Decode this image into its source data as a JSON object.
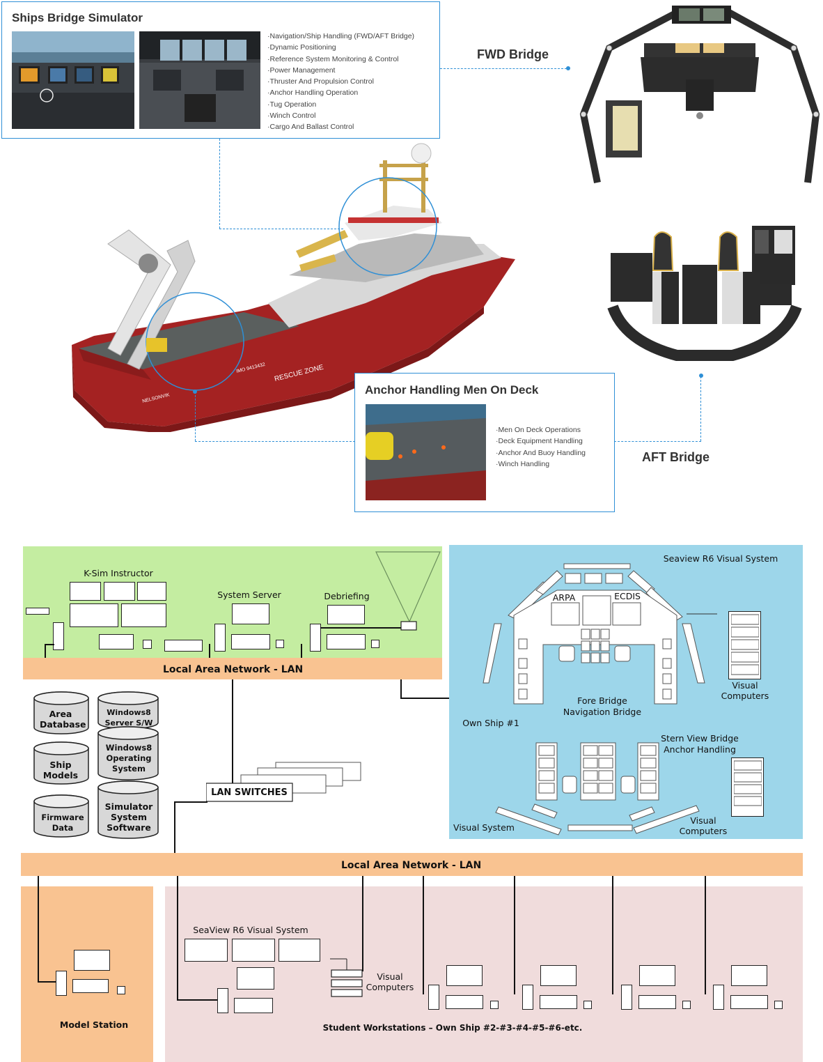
{
  "top": {
    "ships_bridge": {
      "title": "Ships Bridge Simulator",
      "items": [
        "·Navigation/Ship Handling (FWD/AFT Bridge)",
        "·Dynamic Positioning",
        "·Reference System Monitoring & Control",
        "·Power Management",
        "·Thruster And Propulsion Control",
        "·Anchor Handling Operation",
        "·Tug Operation",
        "·Winch Control",
        "·Cargo And Ballast Control"
      ]
    },
    "fwd_bridge": "FWD Bridge",
    "aft_bridge": "AFT Bridge",
    "anchor": {
      "title": "Anchor Handling Men On Deck",
      "items": [
        "·Men On Deck Operations",
        "·Deck Equipment Handling",
        "·Anchor And Buoy Handling",
        "·Winch Handling"
      ]
    },
    "ship": {
      "hull_texts": [
        "RESCUE ZONE",
        "IMO 9413432",
        "NELSONVIK"
      ]
    }
  },
  "diagram": {
    "instructor_label": "K-Sim Instructor",
    "server_label": "System Server",
    "debrief_label": "Debriefing",
    "lan1_label": "Local Area Network - LAN",
    "lan2_label": "Local Area Network - LAN",
    "lan_switches": "LAN SWITCHES",
    "databases": [
      "Area Database",
      "Windows8 Server S/W",
      "Ship Models",
      "Windows8 Operating System",
      "Firmware Data",
      "Simulator System Software"
    ],
    "seaview_top": "Seaview R6 Visual System",
    "arpa": "ARPA",
    "ecdis": "ECDIS",
    "fore_bridge": "Fore Bridge",
    "nav_bridge": "Navigation Bridge",
    "own_ship": "Own Ship #1",
    "visual_computers_1": "Visual Computers",
    "stern_view": "Stern View Bridge",
    "anchor_handling": "Anchor Handling",
    "visual_system": "Visual System",
    "visual_computers_2": "Visual Computers",
    "model_station": "Model Station",
    "seaview_bottom": "SeaView R6 Visual System",
    "visual_computers_3": "Visual Computers",
    "students": "Student Workstations – Own Ship #2-#3-#4-#5-#6-etc."
  },
  "colors": {
    "accent": "#2e8fd6",
    "green_zone": "#c4eda1",
    "blue_zone": "#9dd6ea",
    "orange_lan": "#f9c391",
    "pink_zone": "#f0dcdc",
    "hull_red": "#a42222"
  }
}
